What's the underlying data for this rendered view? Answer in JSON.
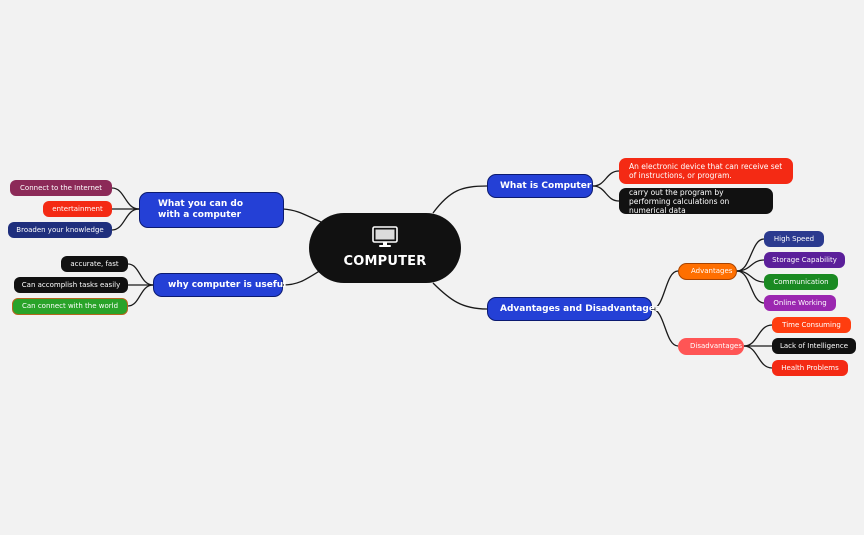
{
  "central": {
    "label": "COMPUTER",
    "icon": "monitor-icon"
  },
  "branches": {
    "what_is": {
      "label": "What is Computer",
      "details": [
        "An electronic device that can receive set of instructions, or program.",
        "carry out the program by performing calculations on numerical data"
      ]
    },
    "adv_disadv": {
      "label": "Advantages and Disadvantages",
      "advantages": {
        "label": "Advantages",
        "items": [
          "High Speed",
          "Storage Capability",
          "Communication",
          "Online Working"
        ]
      },
      "disadvantages": {
        "label": "Disadvantages",
        "items": [
          "Time Consuming",
          "Lack of Intelligence",
          "Health Problems"
        ]
      }
    },
    "what_you_can_do": {
      "label": "What you can do with a computer",
      "items": [
        "Connect to the Internet",
        "entertainment",
        "Broaden your knowledge"
      ]
    },
    "why_useful": {
      "label": "why computer is useful",
      "items": [
        "accurate, fast",
        "Can accomplish tasks easily",
        "Can connect with the world"
      ]
    }
  },
  "colors": {
    "background": "#f2f2f2",
    "central": "#111111",
    "main_branch": "#2440d6",
    "red": "#f42a14",
    "black": "#111111",
    "orange": "#ff6f00",
    "salmon": "#ff5555",
    "navy": "#2b3a8f",
    "purple": "#5b1f9a",
    "green": "#1a8a22",
    "violet": "#9b27b0",
    "maroon": "#8c2a58",
    "dark_navy": "#1f2f7d",
    "green2": "#29a329"
  }
}
